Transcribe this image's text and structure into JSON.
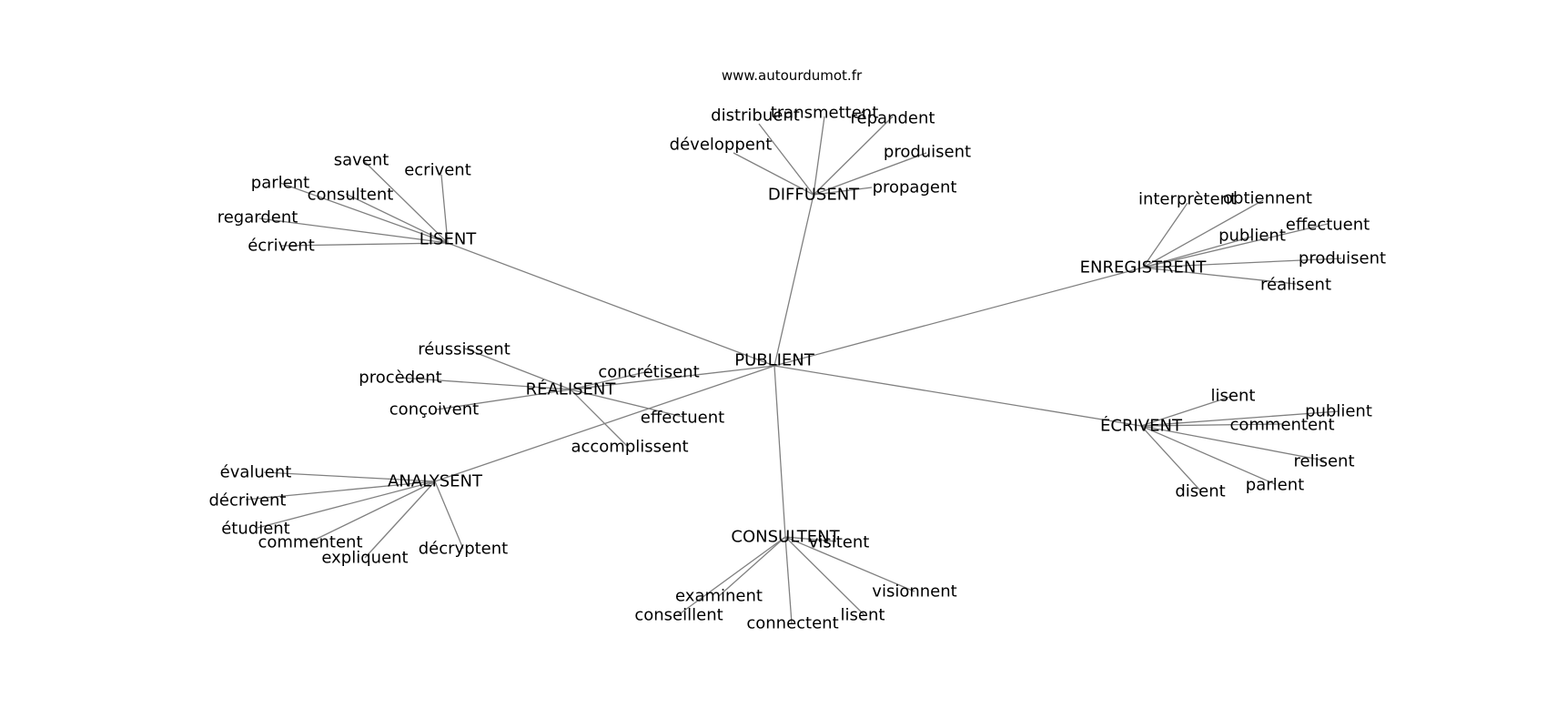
{
  "watermark": "www.autourdumot.fr",
  "graph": {
    "center": "PUBLIENT",
    "hubs": [
      {
        "label": "DIFFUSENT",
        "leaves": [
          "distribuent",
          "transmettent",
          "répandent",
          "développent",
          "produisent",
          "propagent"
        ]
      },
      {
        "label": "LISENT",
        "leaves": [
          "savent",
          "ecrivent",
          "parlent",
          "consultent",
          "regardent",
          "écrivent"
        ]
      },
      {
        "label": "ENREGISTRENT",
        "leaves": [
          "interprètent",
          "obtiennent",
          "effectuent",
          "publient",
          "produisent",
          "réalisent"
        ]
      },
      {
        "label": "RÉALISENT",
        "leaves": [
          "réussissent",
          "concrétisent",
          "procèdent",
          "conçoivent",
          "effectuent",
          "accomplissent"
        ]
      },
      {
        "label": "ÉCRIVENT",
        "leaves": [
          "lisent",
          "publient",
          "commentent",
          "relisent",
          "parlent",
          "disent"
        ]
      },
      {
        "label": "ANALYSENT",
        "leaves": [
          "évaluent",
          "décrivent",
          "étudient",
          "commentent",
          "expliquent",
          "décryptent"
        ]
      },
      {
        "label": "CONSULTENT",
        "leaves": [
          "visitent",
          "examinent",
          "conseillent",
          "connectent",
          "lisent",
          "visionnent"
        ]
      }
    ]
  },
  "colors": {
    "edge": "#808080",
    "text": "#000000",
    "background": "#ffffff"
  }
}
